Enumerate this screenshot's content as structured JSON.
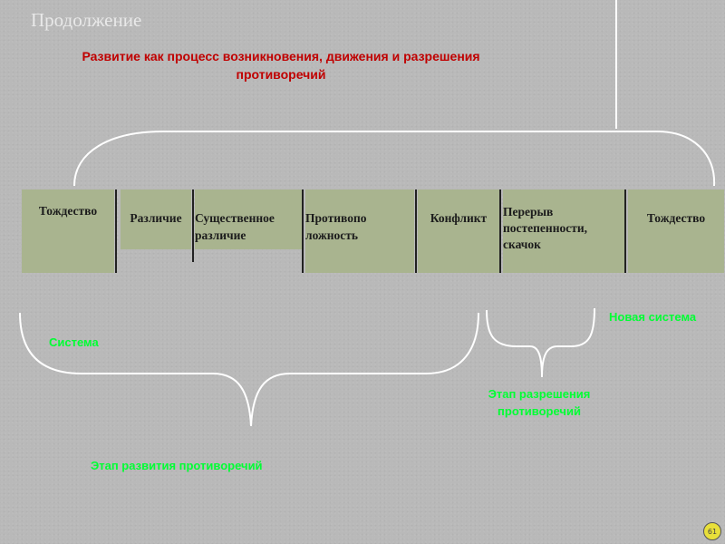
{
  "slide": {
    "title": "Продолжение",
    "subtitle_line1": "Развитие как процесс возникновения, движения и разрешения",
    "subtitle_line2": "противоречий",
    "page_number": "61"
  },
  "stages": [
    "Тождество",
    "Различие",
    "Существенное различие",
    "Противоположность",
    "Конфликт",
    "Перерыв постепенности, скачок",
    "Тождество"
  ],
  "stage_display": {
    "s1": "Тождество",
    "s2": "Различие",
    "s3a": "Существенное",
    "s3b": "различие",
    "s4a": "Противопо",
    "s4b": "ложность",
    "s5": "Конфликт",
    "s6a": "Перерыв",
    "s6b": "постепенности,",
    "s6c": "скачок",
    "s7": "Тождество"
  },
  "labels": {
    "system": "Система",
    "new_system": "Новая система",
    "resolution_line1": "Этап разрешения",
    "resolution_line2": "противоречий",
    "development": "Этап развития противоречий"
  },
  "colors": {
    "background": "#b9b9b9",
    "cell_fill": "#a9b48f",
    "subtitle": "#c00000",
    "green_labels": "#00ff33",
    "brace": "#ffffff"
  }
}
